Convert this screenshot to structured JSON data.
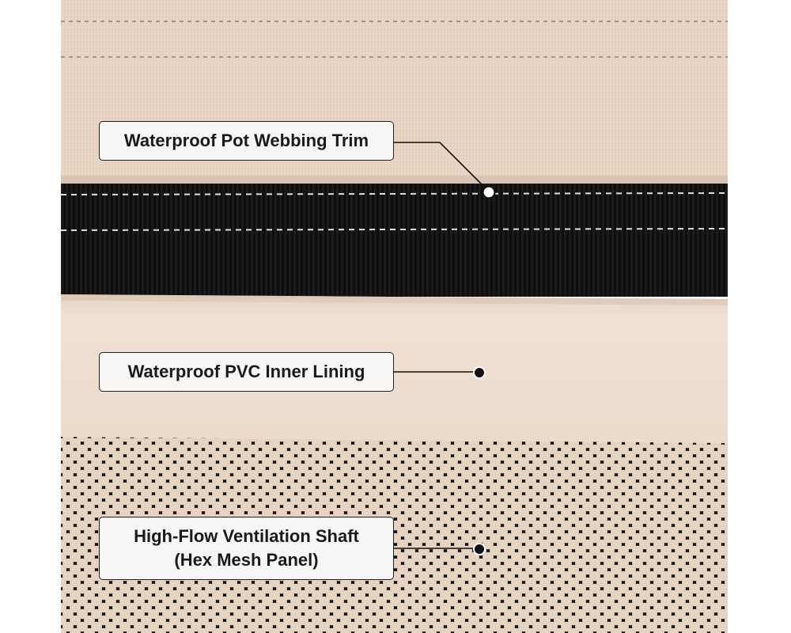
{
  "callouts": [
    {
      "label": "Waterproof Pot Webbing Trim"
    },
    {
      "label": "Waterproof PVC Inner Lining"
    },
    {
      "label_line1": "High-Flow Ventilation Shaft",
      "label_line2": "(Hex Mesh Panel)"
    }
  ],
  "colors": {
    "canvas_fabric": "#e8d5c4",
    "webbing": "#0e0e0e",
    "stitch": "#e9ddd0",
    "pvc_lining": "#eddcce",
    "mesh_background": "#e7d3c2",
    "mesh_strands": "#111111",
    "callout_fill": "#f7f6f4",
    "callout_border": "#222222"
  },
  "layers": [
    {
      "name": "canvas-fabric"
    },
    {
      "name": "webbing-trim"
    },
    {
      "name": "pvc-inner-lining"
    },
    {
      "name": "hex-mesh-panel"
    }
  ]
}
